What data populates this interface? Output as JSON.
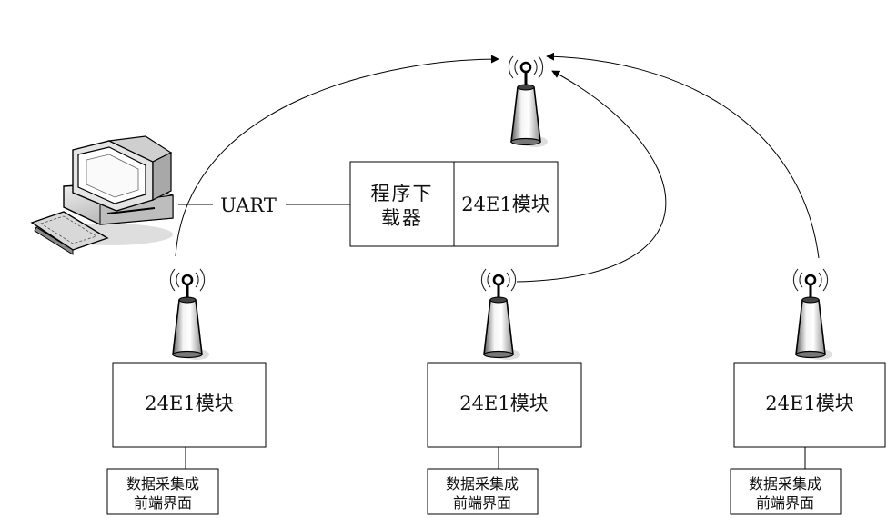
{
  "programmer": {
    "label_line1": "程序下",
    "label_line2": "载器",
    "module_label": "24E1模块"
  },
  "link_label": "UART",
  "nodes": [
    {
      "module_label": "24E1模块",
      "ui_line1": "数据采集成",
      "ui_line2": "前端界面"
    },
    {
      "module_label": "24E1模块",
      "ui_line1": "数据采集成",
      "ui_line2": "前端界面"
    },
    {
      "module_label": "24E1模块",
      "ui_line1": "数据采集成",
      "ui_line2": "前端界面"
    }
  ]
}
